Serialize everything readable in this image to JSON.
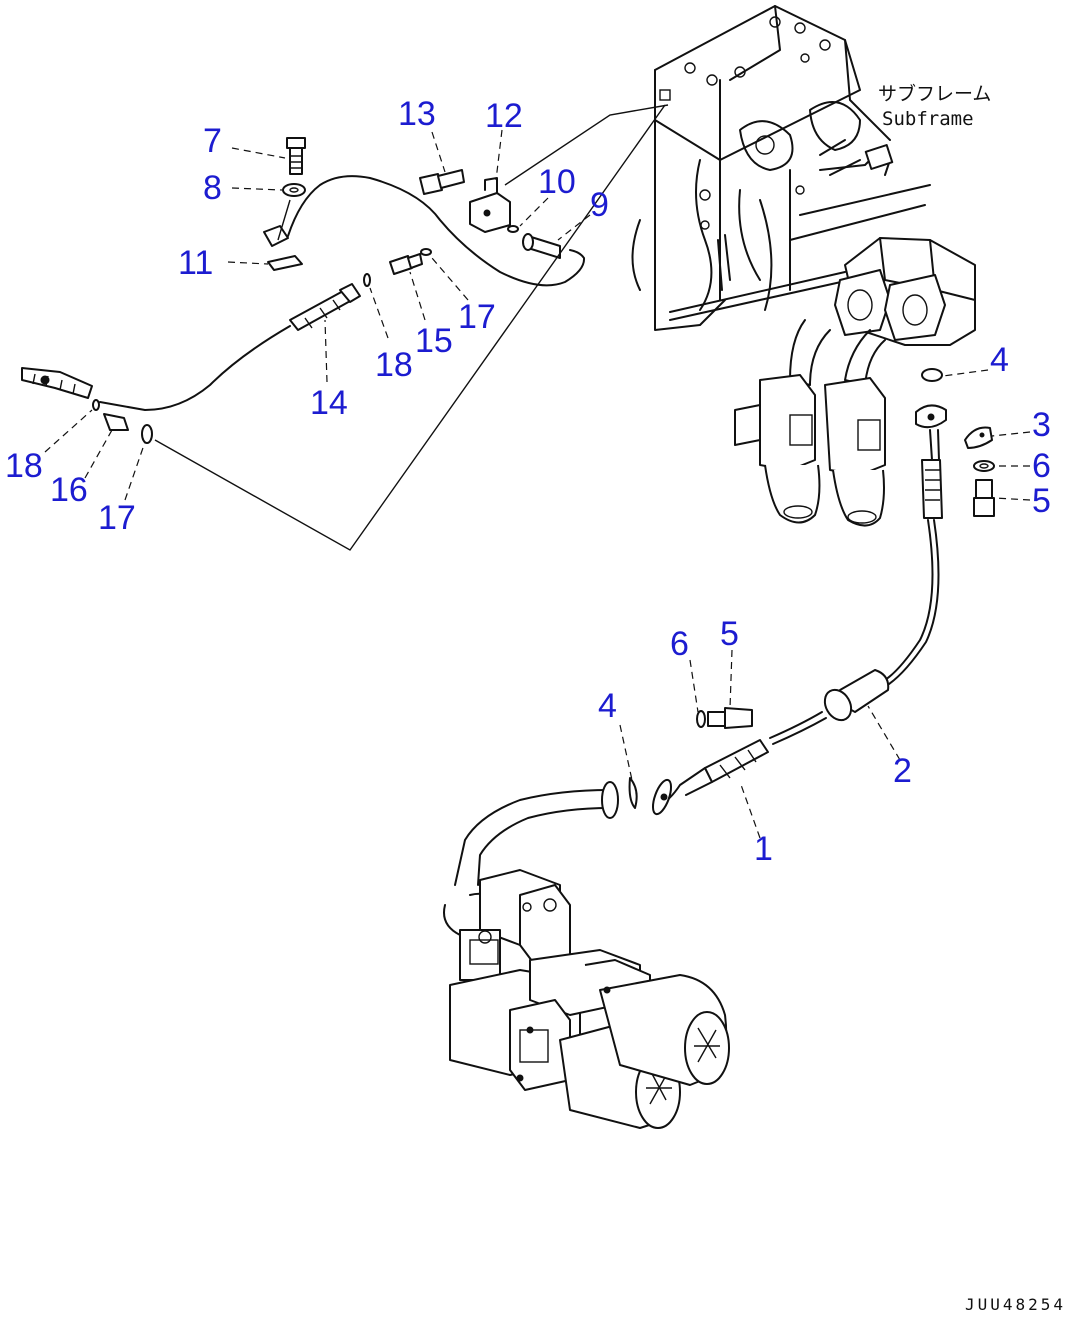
{
  "annotations": {
    "subframe_jp": "サブフレーム",
    "subframe_en": "Subframe",
    "drawing_code": "JUU48254"
  },
  "callouts": [
    {
      "id": "c7",
      "label": "7"
    },
    {
      "id": "c8",
      "label": "8"
    },
    {
      "id": "c11",
      "label": "11"
    },
    {
      "id": "c13",
      "label": "13"
    },
    {
      "id": "c12",
      "label": "12"
    },
    {
      "id": "c10",
      "label": "10"
    },
    {
      "id": "c9",
      "label": "9"
    },
    {
      "id": "c17a",
      "label": "17"
    },
    {
      "id": "c15",
      "label": "15"
    },
    {
      "id": "c18a",
      "label": "18"
    },
    {
      "id": "c14",
      "label": "14"
    },
    {
      "id": "c18b",
      "label": "18"
    },
    {
      "id": "c16",
      "label": "16"
    },
    {
      "id": "c17b",
      "label": "17"
    },
    {
      "id": "c4a",
      "label": "4"
    },
    {
      "id": "c3",
      "label": "3"
    },
    {
      "id": "c6a",
      "label": "6"
    },
    {
      "id": "c5a",
      "label": "5"
    },
    {
      "id": "c6b",
      "label": "6"
    },
    {
      "id": "c5b",
      "label": "5"
    },
    {
      "id": "c4b",
      "label": "4"
    },
    {
      "id": "c2",
      "label": "2"
    },
    {
      "id": "c1",
      "label": "1"
    }
  ]
}
